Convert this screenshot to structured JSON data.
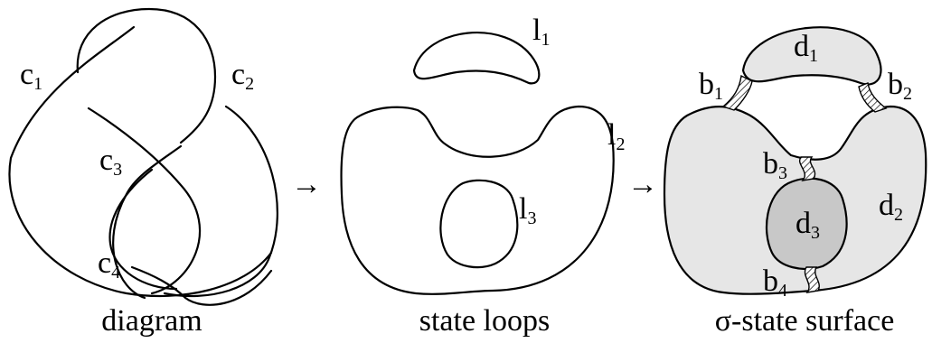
{
  "panels": {
    "diagram": {
      "caption": "diagram",
      "crossings": [
        {
          "main": "c",
          "sub": "1"
        },
        {
          "main": "c",
          "sub": "2"
        },
        {
          "main": "c",
          "sub": "3"
        },
        {
          "main": "c",
          "sub": "4"
        }
      ]
    },
    "state_loops": {
      "caption": "state loops",
      "loops": [
        {
          "main": "l",
          "sub": "1"
        },
        {
          "main": "l",
          "sub": "2"
        },
        {
          "main": "l",
          "sub": "3"
        }
      ]
    },
    "surface": {
      "caption": "σ-state surface",
      "discs": [
        {
          "main": "d",
          "sub": "1"
        },
        {
          "main": "d",
          "sub": "2"
        },
        {
          "main": "d",
          "sub": "3"
        }
      ],
      "bands": [
        {
          "main": "b",
          "sub": "1"
        },
        {
          "main": "b",
          "sub": "2"
        },
        {
          "main": "b",
          "sub": "3"
        },
        {
          "main": "b",
          "sub": "4"
        }
      ]
    }
  },
  "arrows": [
    "→",
    "→"
  ],
  "colors": {
    "stroke": "#000000",
    "disc_light": "#e6e6e6",
    "disc_dark": "#c8c8c8",
    "band_hatch": "#000000"
  }
}
